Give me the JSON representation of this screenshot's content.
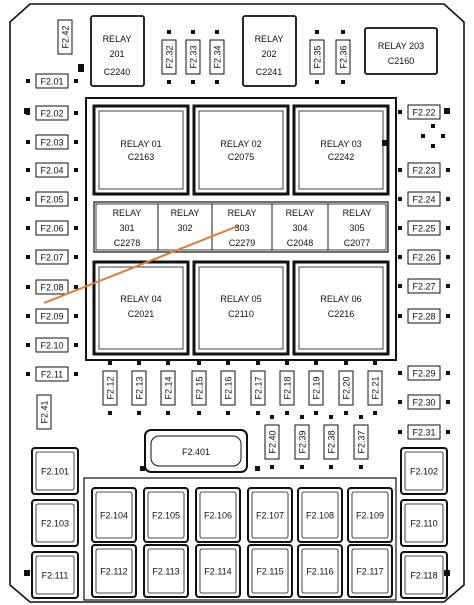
{
  "colors": {
    "line": "#111111",
    "fill": "#ffffff",
    "pointer": "#e07a36"
  },
  "top_relays": [
    {
      "name": "RELAY",
      "num": "201",
      "code": "C2240"
    },
    {
      "name": "RELAY",
      "num": "202",
      "code": "C2241"
    },
    {
      "name": "RELAY 203",
      "code": "C2160"
    }
  ],
  "top_fuses": [
    "F2.42",
    "F2.32",
    "F2.33",
    "F2.34",
    "F2.35",
    "F2.36"
  ],
  "left_fuses": [
    "F2.01",
    "F2.02",
    "F2.03",
    "F2.04",
    "F2.05",
    "F2.06",
    "F2.07",
    "F2.08",
    "F2.09",
    "F2.10",
    "F2.11"
  ],
  "right_fuses": [
    "F2.22",
    "F2.23",
    "F2.24",
    "F2.25",
    "F2.26",
    "F2.27",
    "F2.28",
    "F2.29",
    "F2.30",
    "F2.31"
  ],
  "big_relays": [
    {
      "name": "RELAY 01",
      "code": "C2163"
    },
    {
      "name": "RELAY 02",
      "code": "C2075"
    },
    {
      "name": "RELAY 03",
      "code": "C2242"
    },
    {
      "name": "RELAY 04",
      "code": "C2021"
    },
    {
      "name": "RELAY 05",
      "code": "C2110"
    },
    {
      "name": "RELAY 06",
      "code": "C2216"
    }
  ],
  "mid_relays": [
    {
      "name": "RELAY",
      "num": "301",
      "code": "C2278"
    },
    {
      "name": "RELAY",
      "num": "302",
      "code": ""
    },
    {
      "name": "RELAY",
      "num": "303",
      "code": "C2279"
    },
    {
      "name": "RELAY",
      "num": "304",
      "code": "C2048"
    },
    {
      "name": "RELAY",
      "num": "305",
      "code": "C2077"
    }
  ],
  "bottom_fuses": [
    "F2.12",
    "F2.13",
    "F2.14",
    "F2.15",
    "F2.16",
    "F2.17",
    "F2.18",
    "F2.19",
    "F2.20",
    "F2.21"
  ],
  "left_single_fuse": "F2.41",
  "maxi_fuse": "F2.401",
  "lower_fuses": [
    "F2.40",
    "F2.39",
    "F2.38",
    "F2.37"
  ],
  "cartridge_fuses_left": [
    "F2.101",
    "F2.103",
    "F2.111"
  ],
  "cartridge_fuses_right": [
    "F2.102",
    "F2.110",
    "F2.118"
  ],
  "cartridge_row_1": [
    "F2.104",
    "F2.105",
    "F2.106",
    "F2.107",
    "F2.108",
    "F2.109"
  ],
  "cartridge_row_2": [
    "F2.112",
    "F2.113",
    "F2.114",
    "F2.115",
    "F2.116",
    "F2.117"
  ]
}
